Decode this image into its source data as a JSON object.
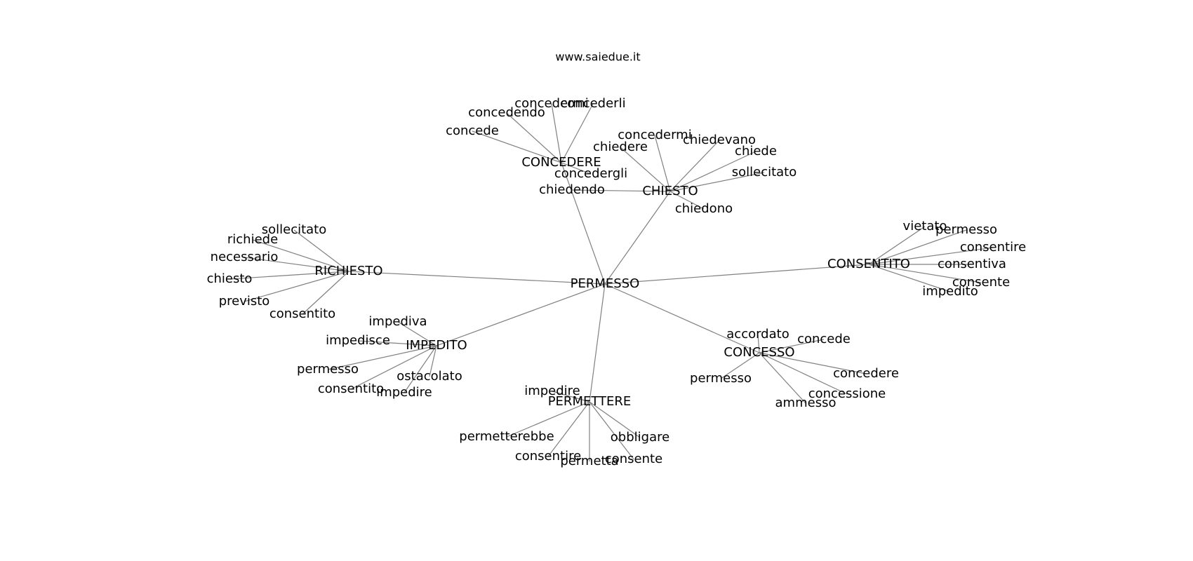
{
  "source": "www.saiedue.it",
  "graph": {
    "nodes": [
      {
        "id": "permesso_root",
        "label": "PERMESSO"
      },
      {
        "id": "concedere",
        "label": "CONCEDERE"
      },
      {
        "id": "chiesto",
        "label": "CHIESTO"
      },
      {
        "id": "richiesto",
        "label": "RICHIESTO"
      },
      {
        "id": "consentito_hub",
        "label": "CONSENTITO"
      },
      {
        "id": "impedito_hub",
        "label": "IMPEDITO"
      },
      {
        "id": "concesso",
        "label": "CONCESSO"
      },
      {
        "id": "permettere",
        "label": "PERMETTERE"
      },
      {
        "id": "c_concedermi",
        "label": "concedermi"
      },
      {
        "id": "c_concederli",
        "label": "concederli"
      },
      {
        "id": "c_concedendo",
        "label": "concedendo"
      },
      {
        "id": "c_concede",
        "label": "concede"
      },
      {
        "id": "c_concedergli",
        "label": "concedergli"
      },
      {
        "id": "c_chiedendo",
        "label": "chiedendo"
      },
      {
        "id": "h_concedermi",
        "label": "concedermi"
      },
      {
        "id": "h_chiedere",
        "label": "chiedere"
      },
      {
        "id": "h_chiedevano",
        "label": "chiedevano"
      },
      {
        "id": "h_chiede",
        "label": "chiede"
      },
      {
        "id": "h_sollecitato",
        "label": "sollecitato"
      },
      {
        "id": "h_chiedono",
        "label": "chiedono"
      },
      {
        "id": "r_sollecitato",
        "label": "sollecitato"
      },
      {
        "id": "r_richiede",
        "label": "richiede"
      },
      {
        "id": "r_necessario",
        "label": "necessario"
      },
      {
        "id": "r_chiesto",
        "label": "chiesto"
      },
      {
        "id": "r_previsto",
        "label": "previsto"
      },
      {
        "id": "r_consentito",
        "label": "consentito"
      },
      {
        "id": "s_vietato",
        "label": "vietato"
      },
      {
        "id": "s_permesso",
        "label": "permesso"
      },
      {
        "id": "s_consentire",
        "label": "consentire"
      },
      {
        "id": "s_consentiva",
        "label": "consentiva"
      },
      {
        "id": "s_consente",
        "label": "consente"
      },
      {
        "id": "s_impedito",
        "label": "impedito"
      },
      {
        "id": "i_impediva",
        "label": "impediva"
      },
      {
        "id": "i_impedisce",
        "label": "impedisce"
      },
      {
        "id": "i_permesso",
        "label": "permesso"
      },
      {
        "id": "i_ostacolato",
        "label": "ostacolato"
      },
      {
        "id": "i_consentito",
        "label": "consentito"
      },
      {
        "id": "i_impedire",
        "label": "impedire"
      },
      {
        "id": "k_accordato",
        "label": "accordato"
      },
      {
        "id": "k_concede",
        "label": "concede"
      },
      {
        "id": "k_permesso",
        "label": "permesso"
      },
      {
        "id": "k_concedere",
        "label": "concedere"
      },
      {
        "id": "k_concessione",
        "label": "concessione"
      },
      {
        "id": "k_ammesso",
        "label": "ammesso"
      },
      {
        "id": "p_impedire",
        "label": "impedire"
      },
      {
        "id": "p_permetterebbe",
        "label": "permetterebbe"
      },
      {
        "id": "p_obbligare",
        "label": "obbligare"
      },
      {
        "id": "p_consentire",
        "label": "consentire"
      },
      {
        "id": "p_permetta",
        "label": "permetta"
      },
      {
        "id": "p_consente",
        "label": "consente"
      }
    ],
    "edges": [
      [
        "permesso_root",
        "concedere"
      ],
      [
        "permesso_root",
        "chiesto"
      ],
      [
        "permesso_root",
        "richiesto"
      ],
      [
        "permesso_root",
        "consentito_hub"
      ],
      [
        "permesso_root",
        "impedito_hub"
      ],
      [
        "permesso_root",
        "concesso"
      ],
      [
        "permesso_root",
        "permettere"
      ],
      [
        "concedere",
        "c_concedermi"
      ],
      [
        "concedere",
        "c_concederli"
      ],
      [
        "concedere",
        "c_concedendo"
      ],
      [
        "concedere",
        "c_concede"
      ],
      [
        "concedere",
        "c_concedergli"
      ],
      [
        "c_chiedendo",
        "chiesto"
      ],
      [
        "chiesto",
        "h_concedermi"
      ],
      [
        "chiesto",
        "h_chiedere"
      ],
      [
        "chiesto",
        "h_chiedevano"
      ],
      [
        "chiesto",
        "h_chiede"
      ],
      [
        "chiesto",
        "h_sollecitato"
      ],
      [
        "chiesto",
        "h_chiedono"
      ],
      [
        "richiesto",
        "r_sollecitato"
      ],
      [
        "richiesto",
        "r_richiede"
      ],
      [
        "richiesto",
        "r_necessario"
      ],
      [
        "richiesto",
        "r_chiesto"
      ],
      [
        "richiesto",
        "r_previsto"
      ],
      [
        "richiesto",
        "r_consentito"
      ],
      [
        "consentito_hub",
        "s_vietato"
      ],
      [
        "consentito_hub",
        "s_permesso"
      ],
      [
        "consentito_hub",
        "s_consentire"
      ],
      [
        "consentito_hub",
        "s_consentiva"
      ],
      [
        "consentito_hub",
        "s_consente"
      ],
      [
        "consentito_hub",
        "s_impedito"
      ],
      [
        "impedito_hub",
        "i_impediva"
      ],
      [
        "impedito_hub",
        "i_impedisce"
      ],
      [
        "impedito_hub",
        "i_permesso"
      ],
      [
        "impedito_hub",
        "i_ostacolato"
      ],
      [
        "impedito_hub",
        "i_consentito"
      ],
      [
        "impedito_hub",
        "i_impedire"
      ],
      [
        "concesso",
        "k_accordato"
      ],
      [
        "concesso",
        "k_concede"
      ],
      [
        "concesso",
        "k_permesso"
      ],
      [
        "concesso",
        "k_concedere"
      ],
      [
        "concesso",
        "k_concessione"
      ],
      [
        "concesso",
        "k_ammesso"
      ],
      [
        "permettere",
        "p_impedire"
      ],
      [
        "permettere",
        "p_permetterebbe"
      ],
      [
        "permettere",
        "p_obbligare"
      ],
      [
        "permettere",
        "p_consentire"
      ],
      [
        "permettere",
        "p_permetta"
      ],
      [
        "permettere",
        "p_consente"
      ]
    ]
  }
}
